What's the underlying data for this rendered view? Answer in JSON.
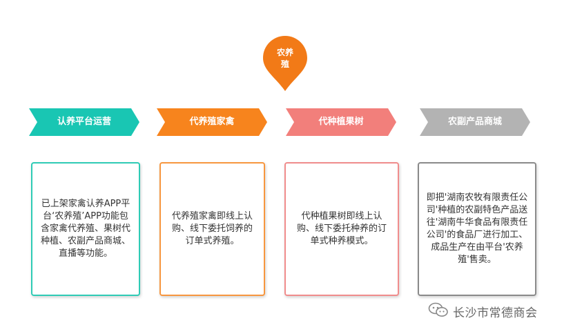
{
  "pin": {
    "label": "农养\n殖",
    "color": "#f27a17"
  },
  "steps": [
    {
      "title": "认养平台运营",
      "color": "#19c6b3",
      "text": "已上架家禽认养APP平台‘农养殖’APP功能包含家禽代养殖、果树代种植、农副产品商城、直播等功能。"
    },
    {
      "title": "代养殖家禽",
      "color": "#f7841d",
      "text": "代养殖家禽即线上认购、线下委托饲养的订单式养殖。"
    },
    {
      "title": "代种植果树",
      "color": "#f27f7b",
      "text": "代种植果树即线上认购、线下委托种养的订单式种养模式。"
    },
    {
      "title": "农副产品商城",
      "color": "#b3b3b3",
      "text": "即把'湖南农牧有限责任公司'种植的农副特色产品送往'湖南牛华食品有限责任公司'的食品厂进行加工、成品生产在由平台'农养殖'售卖。"
    }
  ],
  "box_borders": [
    "#2ecbb5",
    "#f7963e",
    "#f08c8c",
    "#8a8a8a"
  ],
  "watermark": {
    "text": "长沙市常德商会",
    "icon": "wechat-icon"
  }
}
